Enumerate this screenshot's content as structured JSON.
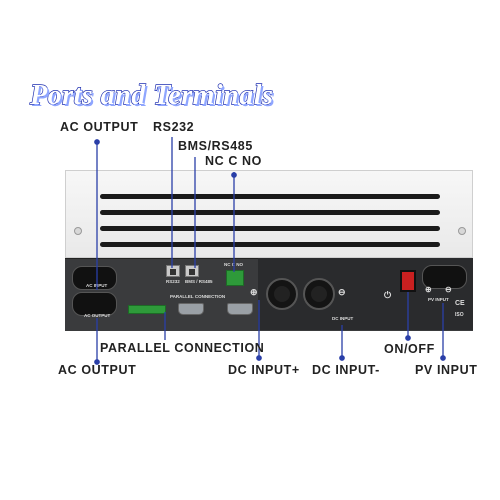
{
  "title": "Ports and Terminals",
  "callouts": {
    "ac_output_top": "AC OUTPUT",
    "rs232": "RS232",
    "bms_rs485": "BMS/RS485",
    "nc_c_no": "NC C NO",
    "parallel_connection": "PARALLEL CONNECTION",
    "ac_output_bottom": "AC OUTPUT",
    "dc_input_plus": "DC INPUT+",
    "dc_input_minus": "DC INPUT-",
    "on_off": "ON/OFF",
    "pv_input": "PV INPUT"
  },
  "panel_labels": {
    "ac_input": "AC INPUT",
    "ac_output": "AC OUTPUT",
    "rs232": "RS232",
    "bms": "BMS / RS485",
    "relay": "NC C NO",
    "parallel": "PARALLEL CONNECTION",
    "dc_input": "DC INPUT",
    "pv_input": "PV INPUT",
    "ce": "CE",
    "iso": "ISO"
  },
  "colors": {
    "title_outline": "#1e2fb0",
    "leader_line": "#2a3fa8",
    "terminal_green": "#2e9a3a",
    "switch_red": "#c92020"
  }
}
